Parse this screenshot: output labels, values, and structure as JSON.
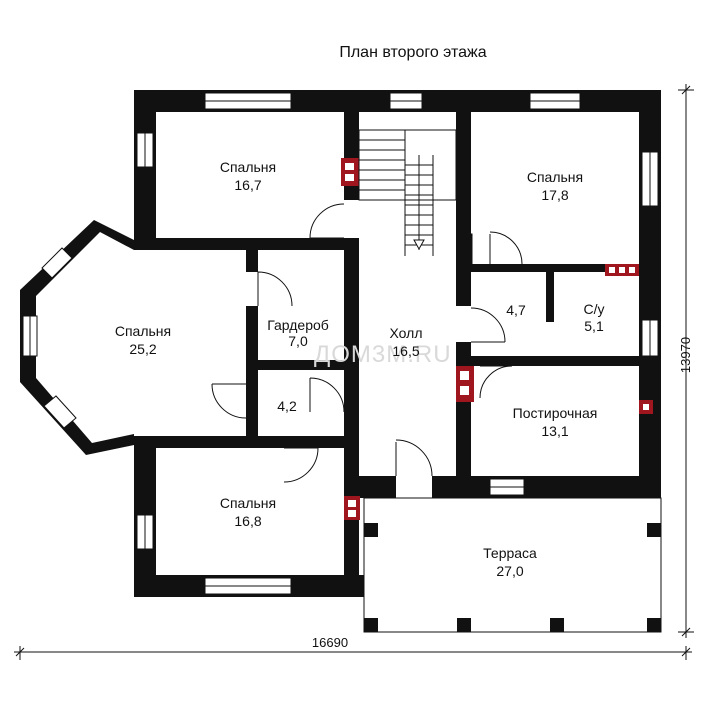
{
  "title": "План второго этажа",
  "watermark": "ДОМ3М.RU",
  "dimensions": {
    "width": "16690",
    "height": "13970"
  },
  "rooms": [
    {
      "name": "Спальня",
      "area": "16,7"
    },
    {
      "name": "Спальня",
      "area": "17,8"
    },
    {
      "name": "Спальня",
      "area": "25,2"
    },
    {
      "name": "Гардероб",
      "area": "7,0"
    },
    {
      "name": "Холл",
      "area": "16,5"
    },
    {
      "name": "",
      "area": "4,7"
    },
    {
      "name": "С/у",
      "area": "5,1"
    },
    {
      "name": "",
      "area": "4,2"
    },
    {
      "name": "Постирочная",
      "area": "13,1"
    },
    {
      "name": "Спальня",
      "area": "16,8"
    },
    {
      "name": "Терраса",
      "area": "27,0"
    }
  ],
  "colors": {
    "wall": "#111111",
    "flue": "#a0161e",
    "window": "#ffffff"
  }
}
